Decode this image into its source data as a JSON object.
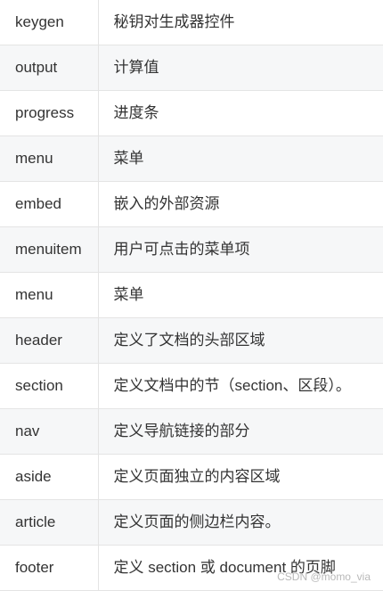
{
  "table": {
    "rows": [
      {
        "tag": "keygen",
        "desc": "秘钥对生成器控件"
      },
      {
        "tag": "output",
        "desc": "计算值"
      },
      {
        "tag": "progress",
        "desc": "进度条"
      },
      {
        "tag": "menu",
        "desc": "菜单"
      },
      {
        "tag": "embed",
        "desc": "嵌入的外部资源"
      },
      {
        "tag": "menuitem",
        "desc": "用户可点击的菜单项"
      },
      {
        "tag": "menu",
        "desc": "菜单"
      },
      {
        "tag": "header",
        "desc": "定义了文档的头部区域"
      },
      {
        "tag": "section",
        "desc": "定义文档中的节（section、区段）。"
      },
      {
        "tag": "nav",
        "desc": "定义导航链接的部分"
      },
      {
        "tag": "aside",
        "desc": "定义页面独立的内容区域"
      },
      {
        "tag": "article",
        "desc": "定义页面的侧边栏内容。"
      },
      {
        "tag": "footer",
        "desc": "定义 section 或 document 的页脚"
      }
    ]
  },
  "watermark": "CSDN @momo_via"
}
